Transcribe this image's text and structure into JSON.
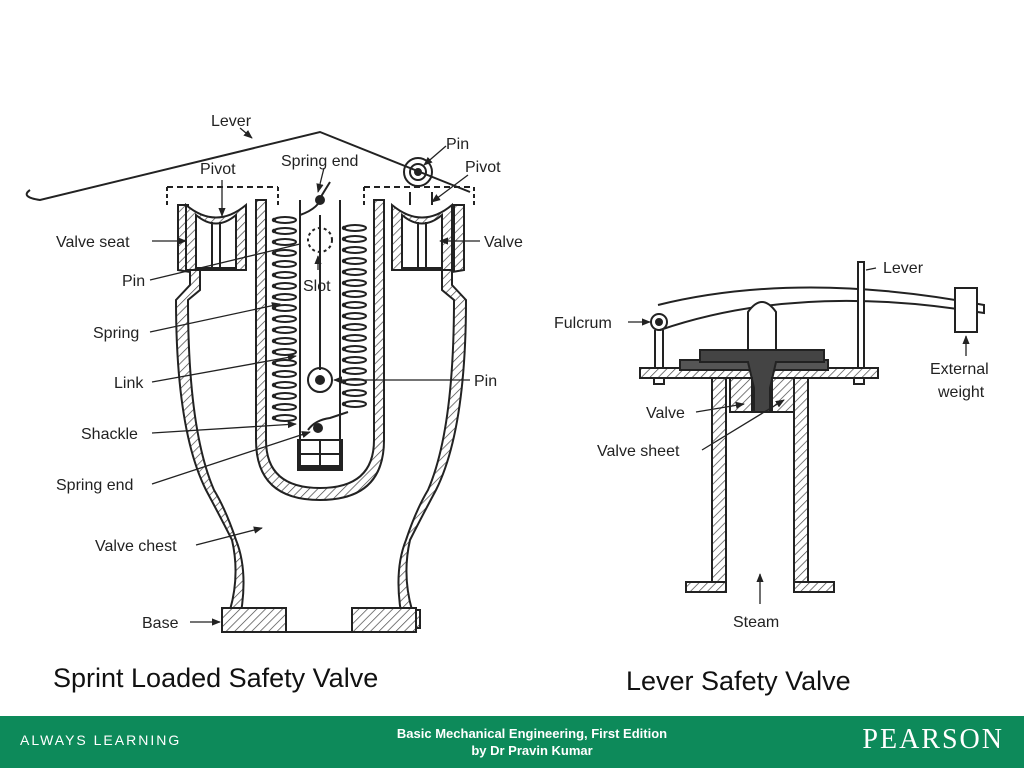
{
  "spring_valve": {
    "caption": "Sprint Loaded Safety Valve",
    "labels": {
      "lever": "Lever",
      "pivot_left": "Pivot",
      "spring_end_top": "Spring end",
      "pin_top": "Pin",
      "pivot_right": "Pivot",
      "valve_seat": "Valve seat",
      "valve": "Valve",
      "pin_left": "Pin",
      "slot": "Slot",
      "spring": "Spring",
      "link": "Link",
      "pin_mid": "Pin",
      "shackle": "Shackle",
      "spring_end_bottom": "Spring end",
      "valve_chest": "Valve chest",
      "base": "Base"
    }
  },
  "lever_valve": {
    "caption": "Lever Safety Valve",
    "labels": {
      "lever": "Lever",
      "fulcrum": "Fulcrum",
      "external_weight_1": "External",
      "external_weight_2": "weight",
      "valve": "Valve",
      "valve_sheet": "Valve sheet",
      "steam": "Steam"
    }
  },
  "footer": {
    "left_text": "ALWAYS LEARNING",
    "title_line1": "Basic Mechanical Engineering, First Edition",
    "title_line2": "by Dr Pravin Kumar",
    "logo": "PEARSON",
    "bg_color": "#0d8a5a"
  }
}
